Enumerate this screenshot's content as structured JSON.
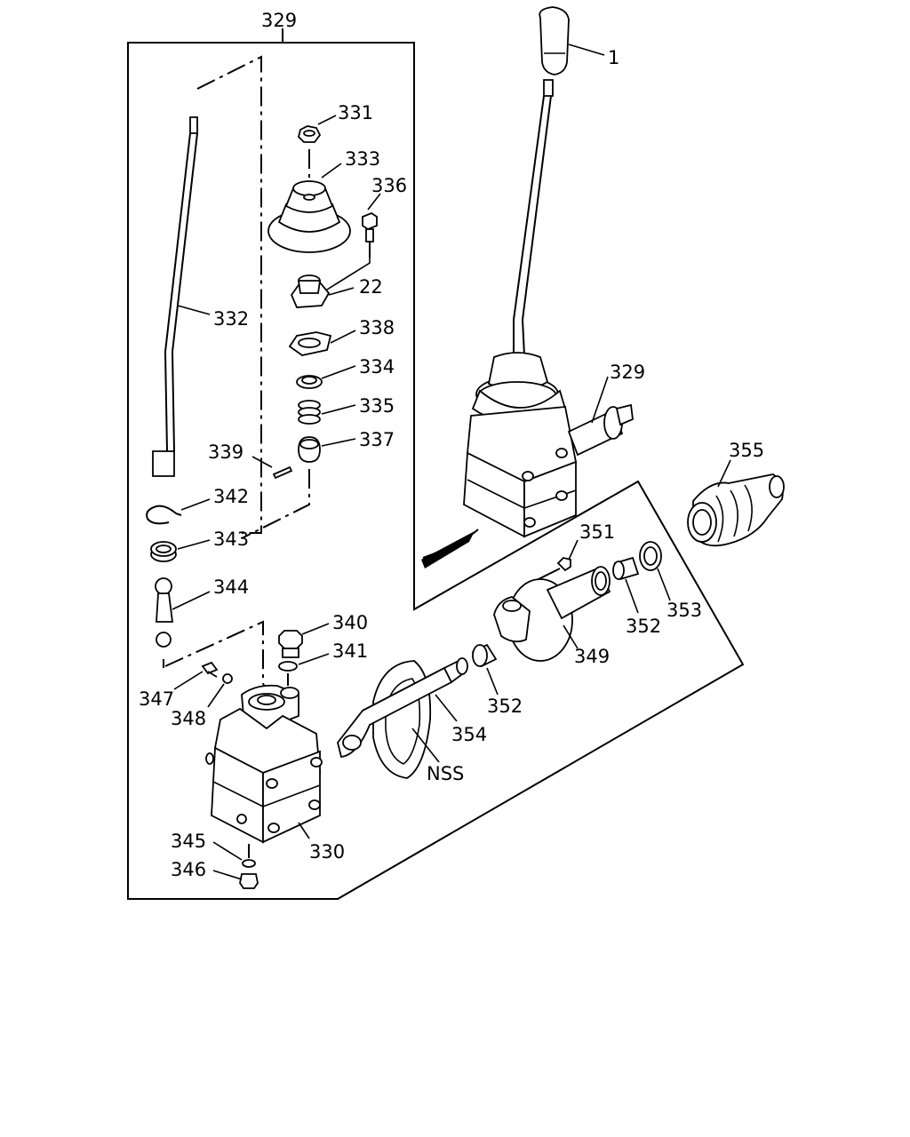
{
  "labels": {
    "l329_top": "329",
    "l1": "1",
    "l331": "331",
    "l333": "333",
    "l336": "336",
    "l22": "22",
    "l332": "332",
    "l338": "338",
    "l334": "334",
    "l335": "335",
    "l329_right": "329",
    "l339": "339",
    "l337": "337",
    "l355": "355",
    "l342": "342",
    "l343": "343",
    "l351": "351",
    "l344": "344",
    "l353": "353",
    "l340": "340",
    "l352_right": "352",
    "l341": "341",
    "l349": "349",
    "l347": "347",
    "l348": "348",
    "l352_mid": "352",
    "l354": "354",
    "lnss": "NSS",
    "l345": "345",
    "l330": "330",
    "l346": "346"
  }
}
